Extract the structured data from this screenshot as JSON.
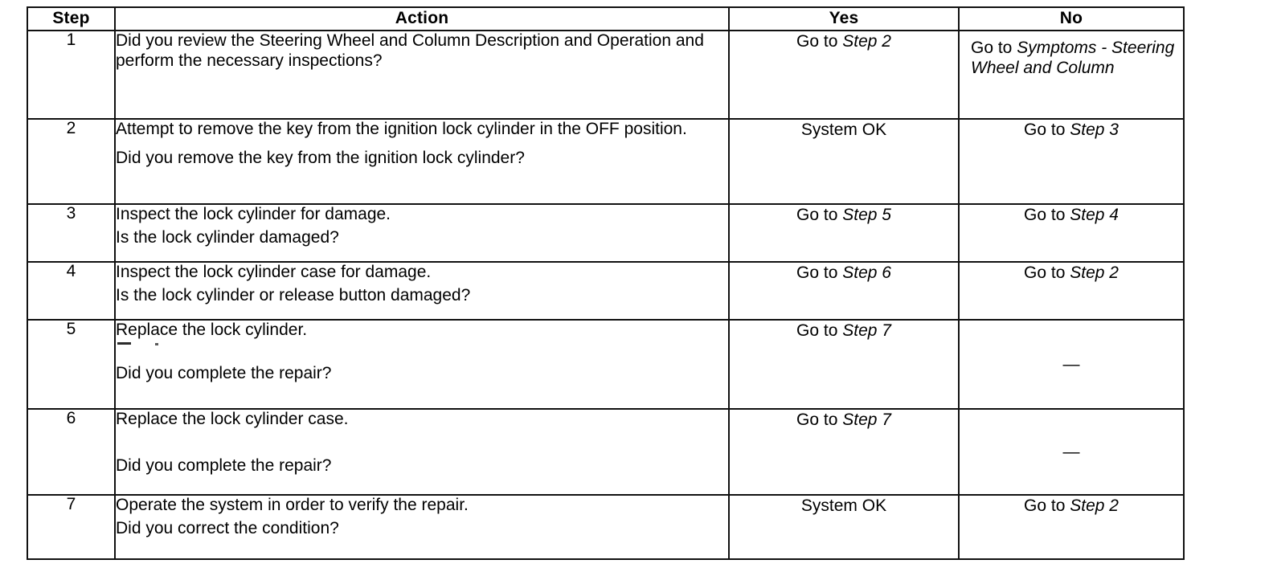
{
  "table": {
    "headers": {
      "step": "Step",
      "action": "Action",
      "yes": "Yes",
      "no": "No"
    },
    "rows": [
      {
        "step": "1",
        "action_lines": [
          "Did you review the Steering Wheel and Column Description and Operation and perform the necessary inspections?"
        ],
        "yes_prefix": "Go to ",
        "yes_emphasis": "Step 2",
        "yes_suffix": "",
        "no_prefix": "Go to ",
        "no_emphasis": "Symptoms - Steering Wheel and Column",
        "no_suffix": ""
      },
      {
        "step": "2",
        "action_lines": [
          "Attempt to remove the key from the ignition lock cylinder in the OFF position.",
          "Did you remove the key from the ignition lock cylinder?"
        ],
        "yes_prefix": "System OK",
        "yes_emphasis": "",
        "yes_suffix": "",
        "no_prefix": "Go to ",
        "no_emphasis": "Step 3",
        "no_suffix": ""
      },
      {
        "step": "3",
        "action_lines": [
          "Inspect the lock cylinder for damage.",
          "Is the lock cylinder damaged?"
        ],
        "yes_prefix": "Go to ",
        "yes_emphasis": "Step 5",
        "yes_suffix": "",
        "no_prefix": "Go to ",
        "no_emphasis": "Step 4",
        "no_suffix": ""
      },
      {
        "step": "4",
        "action_lines": [
          "Inspect the lock cylinder case for damage.",
          "Is the lock cylinder or release button damaged?"
        ],
        "yes_prefix": "Go to ",
        "yes_emphasis": "Step 6",
        "yes_suffix": "",
        "no_prefix": "Go to ",
        "no_emphasis": "Step 2",
        "no_suffix": ""
      },
      {
        "step": "5",
        "action_lines": [
          "Replace the lock cylinder.",
          "Did you complete the repair?"
        ],
        "yes_prefix": "Go to ",
        "yes_emphasis": "Step 7",
        "yes_suffix": "",
        "no_prefix": "—",
        "no_emphasis": "",
        "no_suffix": ""
      },
      {
        "step": "6",
        "action_lines": [
          "Replace the lock cylinder case.",
          "Did you complete the repair?"
        ],
        "yes_prefix": "Go to ",
        "yes_emphasis": "Step 7",
        "yes_suffix": "",
        "no_prefix": "—",
        "no_emphasis": "",
        "no_suffix": ""
      },
      {
        "step": "7",
        "action_lines": [
          "Operate the system in order to verify the repair.",
          "Did you correct the condition?"
        ],
        "yes_prefix": "System OK",
        "yes_emphasis": "",
        "yes_suffix": "",
        "no_prefix": "Go to ",
        "no_emphasis": "Step 2",
        "no_suffix": ""
      }
    ]
  }
}
